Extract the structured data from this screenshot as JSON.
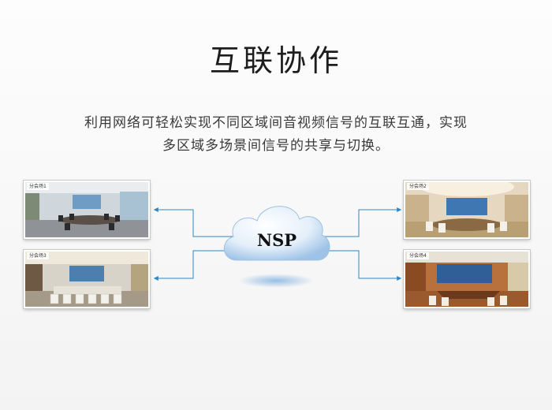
{
  "title": "互联协作",
  "description": {
    "line1": "利用网络可轻松实现不同区域间音视频信号的互联互通，实现",
    "line2": "多区域多场景间信号的共享与切换。"
  },
  "hub": {
    "label": "NSP"
  },
  "rooms": [
    {
      "label": "分会场1"
    },
    {
      "label": "分会场3"
    },
    {
      "label": "分会场2"
    },
    {
      "label": "分会场4"
    }
  ],
  "colors": {
    "line": "#2f86c6",
    "cloud": "#cfe3f6",
    "cloud_shadow": "#6aa2d6"
  }
}
